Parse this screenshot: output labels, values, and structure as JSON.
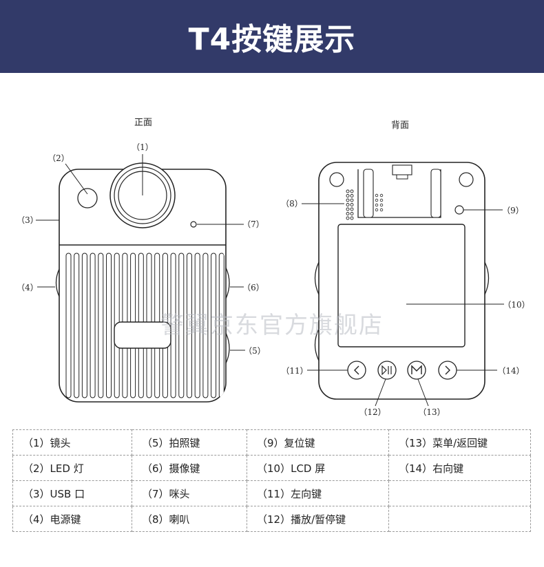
{
  "header": {
    "title": "T4按键展示"
  },
  "diagram": {
    "front_label": "正面",
    "back_label": "背面",
    "watermark": "警翼京东官方旗舰店",
    "callouts": {
      "c1": "（1）",
      "c2": "（2）",
      "c3": "（3）",
      "c4": "（4）",
      "c5": "（5）",
      "c6": "（6）",
      "c7": "（7）",
      "c8": "（8）",
      "c9": "（9）",
      "c10": "（10）",
      "c11": "（11）",
      "c12": "（12）",
      "c13": "（13）",
      "c14": "（14）"
    }
  },
  "legend": {
    "rows": [
      [
        "（1）镜头",
        "（5）拍照键",
        "（9）复位键",
        "（13）菜单/返回键"
      ],
      [
        "（2）LED 灯",
        "（6）摄像键",
        "（10）LCD 屏",
        "（14）右向键"
      ],
      [
        "（3）USB 口",
        "（7）咪头",
        "（11）左向键",
        ""
      ],
      [
        "（4）电源键",
        "（8）喇叭",
        "（12）播放/暂停键",
        ""
      ]
    ]
  }
}
